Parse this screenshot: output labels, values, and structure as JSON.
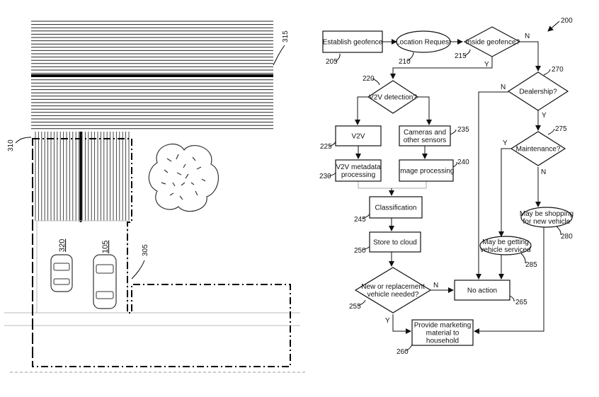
{
  "figure_number": "200",
  "left_view": {
    "labels": {
      "road": "315",
      "property_boundary": "310",
      "house_boundary": "305",
      "vehicle_a": "320",
      "vehicle_b": "105"
    }
  },
  "flowchart": {
    "nodes": {
      "establish": {
        "lines": [
          "Establish geofence"
        ],
        "ref": "205"
      },
      "location": {
        "lines": [
          "Location Request"
        ],
        "ref": "210"
      },
      "inside": {
        "lines": [
          "Inside geofence?"
        ],
        "ref": "215"
      },
      "v2v_detect": {
        "lines": [
          "V2V detection?"
        ],
        "ref": "220"
      },
      "v2v": {
        "lines": [
          "V2V"
        ],
        "ref": "225"
      },
      "cameras": {
        "lines": [
          "Cameras and",
          "other sensors"
        ],
        "ref": "235"
      },
      "v2v_meta": {
        "lines": [
          "V2V metadata",
          "processing"
        ],
        "ref": "230"
      },
      "image_proc": {
        "lines": [
          "Image processing"
        ],
        "ref": "240"
      },
      "classification": {
        "lines": [
          "Classification"
        ],
        "ref": "245"
      },
      "store": {
        "lines": [
          "Store to cloud"
        ],
        "ref": "250"
      },
      "new_vehicle": {
        "lines": [
          "New or replacement",
          "vehicle needed?"
        ],
        "ref": "255"
      },
      "no_action": {
        "lines": [
          "No action"
        ],
        "ref": "265"
      },
      "marketing": {
        "lines": [
          "Provide marketing",
          "material to",
          "household"
        ],
        "ref": "260"
      },
      "dealership": {
        "lines": [
          "Dealership?"
        ],
        "ref": "270"
      },
      "maintenance": {
        "lines": [
          "Maintenance?"
        ],
        "ref": "275"
      },
      "shopping": {
        "lines": [
          "May be shopping",
          "for new vehicle"
        ],
        "ref": "280"
      },
      "serviced": {
        "lines": [
          "May be getting",
          "vehicle serviced"
        ],
        "ref": "285"
      }
    },
    "branch_labels": {
      "inside_no": "N",
      "inside_yes": "Y",
      "dealership_no": "N",
      "dealership_yes": "Y",
      "maintenance_yes": "Y",
      "maintenance_no": "N",
      "new_vehicle_no": "N",
      "new_vehicle_yes": "Y"
    }
  }
}
